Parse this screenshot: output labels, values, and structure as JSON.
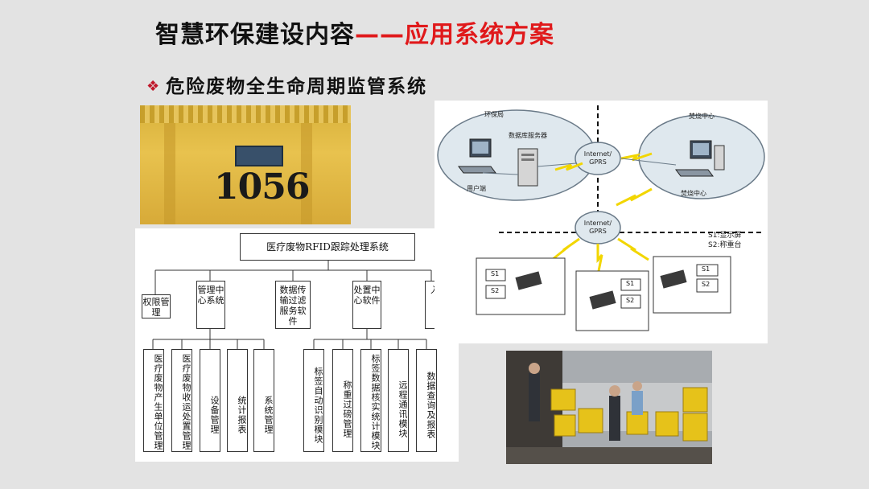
{
  "slide": {
    "title_black": "智慧环保建设内容",
    "title_red": "——应用系统方案",
    "bullet_mark": "❖",
    "bullet_text": "危险废物全生命周期监管系统",
    "colors": {
      "background": "#e3e3e3",
      "title_accent": "#e0191b",
      "bullet_mark": "#c0182b"
    }
  },
  "photo_bin": {
    "number": "1056"
  },
  "org_chart": {
    "root": "医疗废物RFID跟踪处理系统",
    "level1": [
      "权限管理",
      "管理中心系统",
      "数据传输过滤服务软件",
      "处置中心软件",
      "入侵"
    ],
    "left_leaves": [
      "医疗废物产生单位管理",
      "医疗废物收运处置管理",
      "设备管理",
      "统计报表",
      "系统管理"
    ],
    "right_leaves": [
      "标签自动识别模块",
      "称重过磅管理",
      "标签数据核实统计模块",
      "远程通讯模块",
      "数据查询及报表"
    ]
  },
  "network": {
    "env_bureau": "环保局",
    "db_server": "数据库服务器",
    "user_end": "用户端",
    "incin_center_top": "焚烧中心",
    "incin_center_bottom": "焚烧中心",
    "cloud_top": "Internet/ GPRS",
    "cloud_mid": "Internet/ GPRS",
    "legend_s1": "S1:显示屏",
    "legend_s2": "S2:称重台",
    "s1": "S1",
    "s2": "S2",
    "s3": "S2"
  }
}
